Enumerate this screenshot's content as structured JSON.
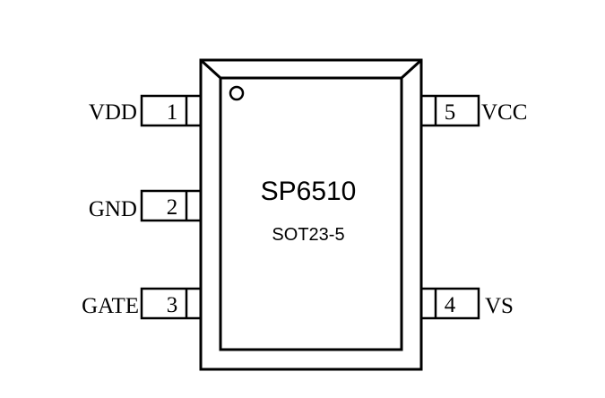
{
  "chip": {
    "part_number": "SP6510",
    "package": "SOT23-5"
  },
  "pins": [
    {
      "number": "1",
      "name": "VDD"
    },
    {
      "number": "2",
      "name": "GND"
    },
    {
      "number": "3",
      "name": "GATE"
    },
    {
      "number": "4",
      "name": "VS"
    },
    {
      "number": "5",
      "name": "VCC"
    }
  ]
}
